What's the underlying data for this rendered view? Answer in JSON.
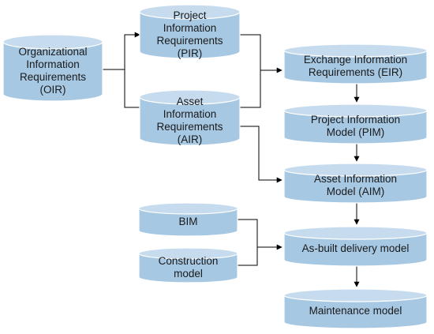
{
  "colors": {
    "fill": "#a7c8e3",
    "top": "#c6dcee",
    "stroke": "#ffffff",
    "line": "#000000"
  },
  "nodes": {
    "oir": {
      "label": "Organizational\nInformation\nRequirements\n(OIR)"
    },
    "pir": {
      "label": "Project\nInformation\nRequirements\n(PIR)"
    },
    "air": {
      "label": "Asset\nInformation\nRequirements\n(AIR)"
    },
    "eir": {
      "label": "Exchange Information\nRequirements (EIR)"
    },
    "pim": {
      "label": "Project Information\nModel (PIM)"
    },
    "aim": {
      "label": "Asset Information\nModel (AIM)"
    },
    "bim": {
      "label": "BIM"
    },
    "construction": {
      "label": "Construction\nmodel"
    },
    "asbuilt": {
      "label": "As-built delivery model"
    },
    "maintenance": {
      "label": "Maintenance model"
    }
  },
  "edges": [
    {
      "from": "oir",
      "to": "pir"
    },
    {
      "from": "oir",
      "to": "air"
    },
    {
      "from": "pir",
      "to": "eir"
    },
    {
      "from": "air",
      "to": "eir"
    },
    {
      "from": "air",
      "to": "aim"
    },
    {
      "from": "eir",
      "to": "pim"
    },
    {
      "from": "pim",
      "to": "aim"
    },
    {
      "from": "aim",
      "to": "asbuilt"
    },
    {
      "from": "bim",
      "to": "asbuilt"
    },
    {
      "from": "construction",
      "to": "asbuilt"
    },
    {
      "from": "asbuilt",
      "to": "maintenance"
    }
  ]
}
